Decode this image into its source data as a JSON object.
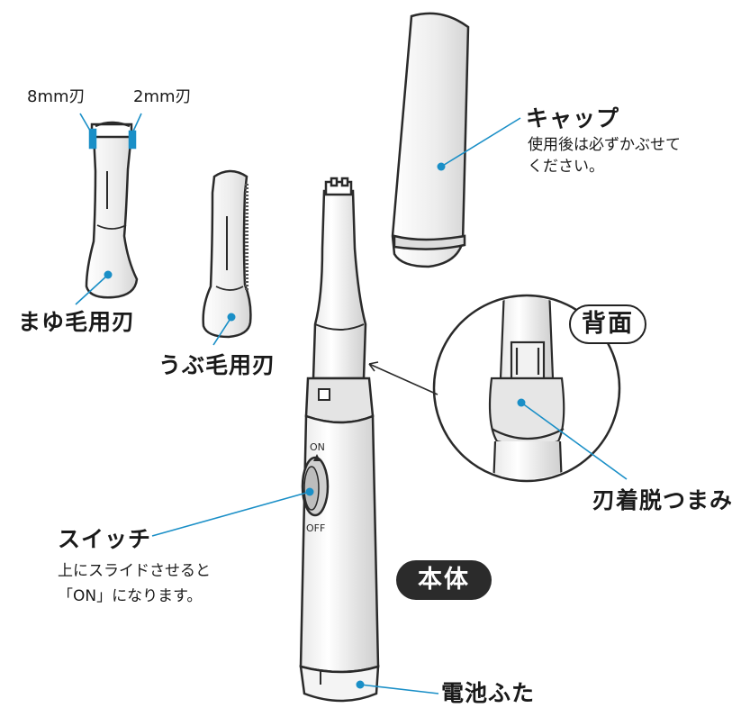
{
  "labels": {
    "blade_8mm": "8mm刃",
    "blade_2mm": "2mm刃",
    "cap_title": "キャップ",
    "cap_note_line1": "使用後は必ずかぶせて",
    "cap_note_line2": "ください。",
    "eyebrow_blade": "まゆ毛用刃",
    "vellus_blade": "うぶ毛用刃",
    "back_view": "背面",
    "blade_release_knob": "刃着脱つまみ",
    "switch_title": "スイッチ",
    "switch_note_line1": "上にスライドさせると",
    "switch_note_line2": "「ON」になります。",
    "body_badge": "本体",
    "battery_cover": "電池ふた",
    "switch_on": "ON",
    "switch_off": "OFF"
  },
  "colors": {
    "leader_line": "#1a8fc7",
    "dot": "#1a8fc7",
    "outline": "#2a2a2a",
    "shade": "#d9d9d9"
  }
}
